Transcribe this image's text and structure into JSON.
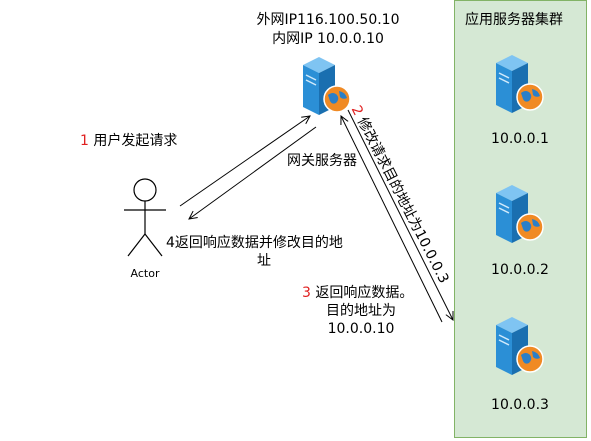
{
  "gateway": {
    "public_ip": "外网IP116.100.50.10",
    "private_ip": "内网IP 10.0.0.10",
    "name": "网关服务器"
  },
  "actor": {
    "label": "Actor"
  },
  "cluster": {
    "title": "应用服务器集群",
    "servers": [
      {
        "ip": "10.0.0.1"
      },
      {
        "ip": "10.0.0.2"
      },
      {
        "ip": "10.0.0.3"
      }
    ]
  },
  "steps": {
    "s1": {
      "num": "1",
      "text": " 用户发起请求"
    },
    "s2": {
      "num": "2",
      "text": " 修改请求目的地址为10.0.0.3"
    },
    "s3": {
      "num": "3",
      "line1": " 返回响应数据。",
      "line2": "目的地址为",
      "line3": "10.0.0.10"
    },
    "s4": {
      "line1": "4返回响应数据并修改目的地",
      "line2": "址"
    }
  },
  "colors": {
    "cluster_fill": "#d5e8d4",
    "cluster_border": "#82b366",
    "step_number": "#e02020",
    "server_blue": "#2b8fd6",
    "globe_orange": "#f08a24"
  },
  "icons": [
    "server-icon",
    "globe-icon",
    "actor-icon",
    "arrow-icon"
  ]
}
